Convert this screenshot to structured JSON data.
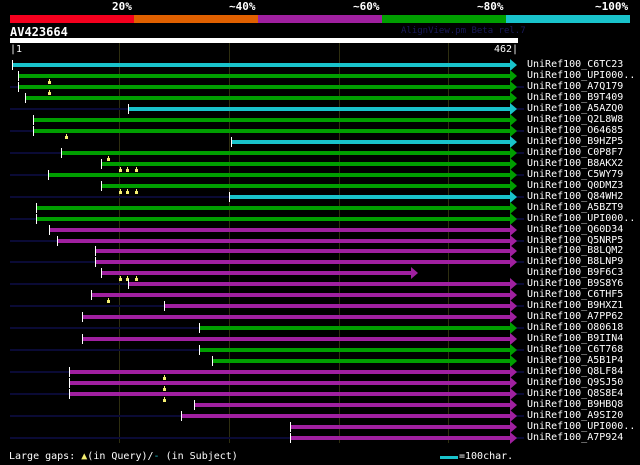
{
  "header": {
    "percent_labels": [
      "20%",
      "~40%",
      "~60%",
      "~80%",
      "~100%"
    ],
    "percent_colors": [
      "#f5001e",
      "#e06000",
      "#a020a0",
      "#009e00",
      "#19c3cb"
    ],
    "query_name": "AV423664",
    "version_text": "AlignView.pm Beta rel.7",
    "ruler_start": "|1",
    "ruler_end": "462|",
    "query_length": 462
  },
  "rows": [
    {
      "label": "UniRef100_C6TC23",
      "start": 3,
      "end": 462,
      "color": "cyan",
      "pre": false,
      "gaps": []
    },
    {
      "label": "UniRef100_UPI000..",
      "start": 8,
      "end": 462,
      "color": "green",
      "pre": false,
      "gaps": [
        37
      ]
    },
    {
      "label": "UniRef100_A7Q179",
      "start": 8,
      "end": 462,
      "color": "green",
      "pre": true,
      "gaps": [
        37
      ]
    },
    {
      "label": "UniRef100_B9T409",
      "start": 15,
      "end": 462,
      "color": "green",
      "pre": false,
      "gaps": []
    },
    {
      "label": "UniRef100_A5AZQ0",
      "start": 110,
      "end": 462,
      "color": "cyan",
      "pre": true,
      "gaps": []
    },
    {
      "label": "UniRef100_Q2L8W8",
      "start": 22,
      "end": 462,
      "color": "green",
      "pre": false,
      "gaps": []
    },
    {
      "label": "UniRef100_O64685",
      "start": 22,
      "end": 462,
      "color": "green",
      "pre": true,
      "gaps": [
        53
      ]
    },
    {
      "label": "UniRef100_B9HZP5",
      "start": 205,
      "end": 462,
      "color": "cyan",
      "pre": false,
      "gaps": []
    },
    {
      "label": "UniRef100_C0P8F7",
      "start": 48,
      "end": 462,
      "color": "green",
      "pre": true,
      "gaps": [
        91
      ]
    },
    {
      "label": "UniRef100_B8AKX2",
      "start": 85,
      "end": 462,
      "color": "green",
      "pre": false,
      "gaps": [
        102,
        109,
        117
      ]
    },
    {
      "label": "UniRef100_C5WY79",
      "start": 36,
      "end": 462,
      "color": "green",
      "pre": true,
      "gaps": []
    },
    {
      "label": "UniRef100_Q0DMZ3",
      "start": 85,
      "end": 462,
      "color": "green",
      "pre": false,
      "gaps": [
        102,
        109,
        117
      ]
    },
    {
      "label": "UniRef100_Q84WH2",
      "start": 203,
      "end": 462,
      "color": "cyan",
      "pre": true,
      "gaps": []
    },
    {
      "label": "UniRef100_A5BZT9",
      "start": 25,
      "end": 462,
      "color": "green",
      "pre": false,
      "gaps": []
    },
    {
      "label": "UniRef100_UPI000..",
      "start": 25,
      "end": 462,
      "color": "green",
      "pre": true,
      "gaps": []
    },
    {
      "label": "UniRef100_Q60D34",
      "start": 37,
      "end": 462,
      "color": "magenta",
      "pre": false,
      "gaps": []
    },
    {
      "label": "UniRef100_Q5NRP5",
      "start": 44,
      "end": 462,
      "color": "magenta",
      "pre": true,
      "gaps": []
    },
    {
      "label": "UniRef100_B8LQM2",
      "start": 79,
      "end": 462,
      "color": "magenta",
      "pre": false,
      "gaps": []
    },
    {
      "label": "UniRef100_B8LNP9",
      "start": 79,
      "end": 462,
      "color": "magenta",
      "pre": true,
      "gaps": []
    },
    {
      "label": "UniRef100_B9F6C3",
      "start": 85,
      "end": 371,
      "color": "magenta",
      "pre": false,
      "gaps": [
        102,
        109,
        117
      ]
    },
    {
      "label": "UniRef100_B9S8Y6",
      "start": 110,
      "end": 462,
      "color": "magenta",
      "pre": true,
      "gaps": []
    },
    {
      "label": "UniRef100_C6THF5",
      "start": 76,
      "end": 462,
      "color": "magenta",
      "pre": false,
      "gaps": [
        91
      ]
    },
    {
      "label": "UniRef100_B9HXZ1",
      "start": 143,
      "end": 462,
      "color": "magenta",
      "pre": true,
      "gaps": []
    },
    {
      "label": "UniRef100_A7PP62",
      "start": 67,
      "end": 462,
      "color": "magenta",
      "pre": false,
      "gaps": []
    },
    {
      "label": "UniRef100_O80618",
      "start": 175,
      "end": 462,
      "color": "green",
      "pre": true,
      "gaps": []
    },
    {
      "label": "UniRef100_B9IIN4",
      "start": 67,
      "end": 462,
      "color": "magenta",
      "pre": false,
      "gaps": []
    },
    {
      "label": "UniRef100_C6T768",
      "start": 175,
      "end": 462,
      "color": "green",
      "pre": true,
      "gaps": []
    },
    {
      "label": "UniRef100_A5B1P4",
      "start": 187,
      "end": 462,
      "color": "green",
      "pre": false,
      "gaps": []
    },
    {
      "label": "UniRef100_Q8LF84",
      "start": 55,
      "end": 462,
      "color": "magenta",
      "pre": true,
      "gaps": [
        143
      ]
    },
    {
      "label": "UniRef100_Q9SJ50",
      "start": 55,
      "end": 462,
      "color": "magenta",
      "pre": false,
      "gaps": [
        143
      ]
    },
    {
      "label": "UniRef100_Q8S8E4",
      "start": 55,
      "end": 462,
      "color": "magenta",
      "pre": true,
      "gaps": [
        143
      ]
    },
    {
      "label": "UniRef100_B9HBQ8",
      "start": 171,
      "end": 462,
      "color": "magenta",
      "pre": false,
      "gaps": []
    },
    {
      "label": "UniRef100_A9SI20",
      "start": 159,
      "end": 462,
      "color": "magenta",
      "pre": true,
      "gaps": []
    },
    {
      "label": "UniRef100_UPI000..",
      "start": 259,
      "end": 462,
      "color": "magenta",
      "pre": false,
      "gaps": []
    },
    {
      "label": "UniRef100_A7P924",
      "start": 259,
      "end": 462,
      "color": "magenta",
      "pre": true,
      "gaps": []
    }
  ],
  "colors": {
    "cyan": "#19c3cb",
    "green": "#009e00",
    "magenta": "#a020a0"
  },
  "legend": {
    "prefix": "Large gaps:",
    "query_marker": "▲",
    "query_text": "(in Query)/",
    "subject_marker": "-",
    "subject_text": " (in Subject)",
    "scale_text": "=100char."
  }
}
